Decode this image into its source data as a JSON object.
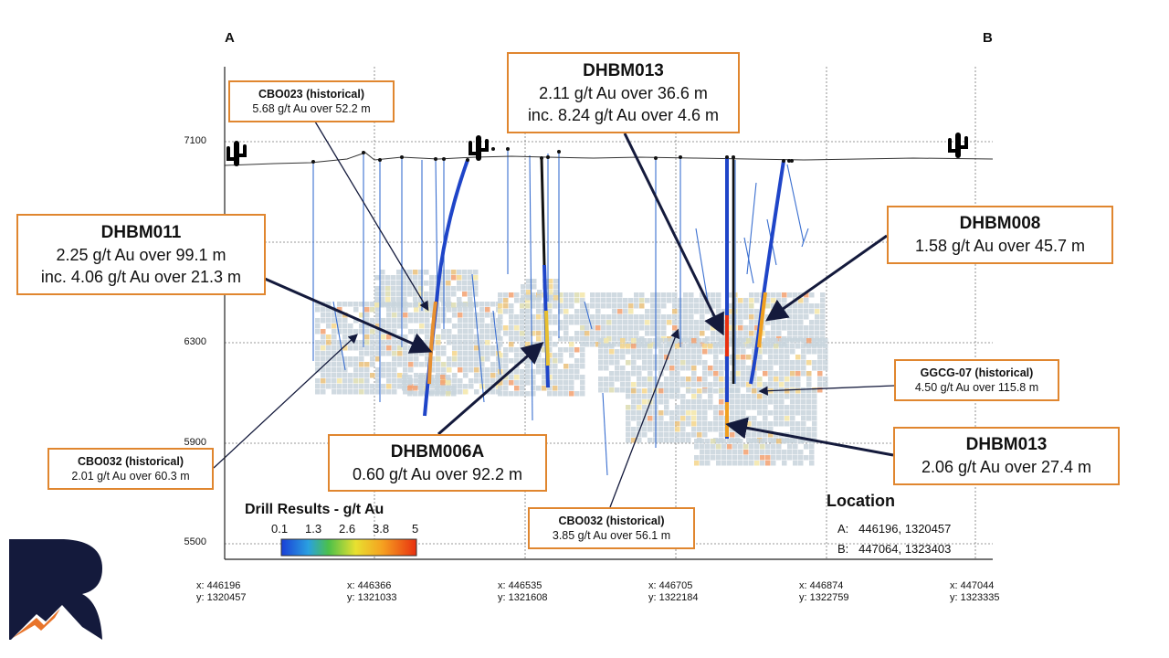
{
  "section_labels": {
    "start": "A",
    "end": "B"
  },
  "y_ticks": [
    "7100",
    "6300",
    "5900",
    "5500"
  ],
  "x_ticks": [
    {
      "x": "x: 446196",
      "y": "y: 1320457"
    },
    {
      "x": "x: 446366",
      "y": "y: 1321033"
    },
    {
      "x": "x: 446535",
      "y": "y: 1321608"
    },
    {
      "x": "x: 446705",
      "y": "y: 1322184"
    },
    {
      "x": "x: 446874",
      "y": "y: 1322759"
    },
    {
      "x": "x: 447044",
      "y": "y: 1323335"
    }
  ],
  "callouts": {
    "cbo023": {
      "title": "CBO023 (historical)",
      "lines": [
        "5.68 g/t Au over 52.2 m"
      ]
    },
    "dhbm013_top": {
      "title": "DHBM013",
      "lines": [
        "2.11 g/t Au over 36.6 m",
        "inc. 8.24 g/t Au over 4.6 m"
      ]
    },
    "dhbm011": {
      "title": "DHBM011",
      "lines": [
        "2.25 g/t Au over 99.1 m",
        "inc. 4.06 g/t Au over 21.3 m"
      ]
    },
    "dhbm008": {
      "title": "DHBM008",
      "lines": [
        "1.58 g/t Au over 45.7 m"
      ]
    },
    "ggcg07": {
      "title": "GGCG-07 (historical)",
      "lines": [
        "4.50 g/t Au over 115.8 m"
      ]
    },
    "dhbm013_bottom": {
      "title": "DHBM013",
      "lines": [
        "2.06 g/t Au over 27.4 m"
      ]
    },
    "dhbm006a": {
      "title": "DHBM006A",
      "lines": [
        "0.60 g/t Au over 92.2 m"
      ]
    },
    "cbo032_left": {
      "title": "CBO032 (historical)",
      "lines": [
        "2.01 g/t Au over 60.3 m"
      ]
    },
    "cbo032_mid": {
      "title": "CBO032 (historical)",
      "lines": [
        "3.85 g/t Au over 56.1 m"
      ]
    }
  },
  "legend": {
    "title": "Drill Results - g/t Au",
    "ticks": [
      "0.1",
      "1.3",
      "2.6",
      "3.8",
      "5"
    ],
    "colors": [
      "#1a3fd6",
      "#2aa0e0",
      "#4cc04a",
      "#e8e030",
      "#f5a020",
      "#e83010"
    ]
  },
  "location": {
    "title": "Location",
    "rows": [
      {
        "key": "A:",
        "value": "446196, 1320457"
      },
      {
        "key": "B:",
        "value": "447064, 1323403"
      }
    ]
  },
  "colors": {
    "callout_border": "#e0862f",
    "leader": "#141a3c",
    "block": "#c8d4dc",
    "drill_thin": "#3a6fd0",
    "drill_thick": "#1f45c8",
    "logo_navy": "#141a3c",
    "logo_orange": "#e8742a",
    "cactus": "#000000"
  },
  "icons": [
    "cactus-icon",
    "company-logo"
  ]
}
